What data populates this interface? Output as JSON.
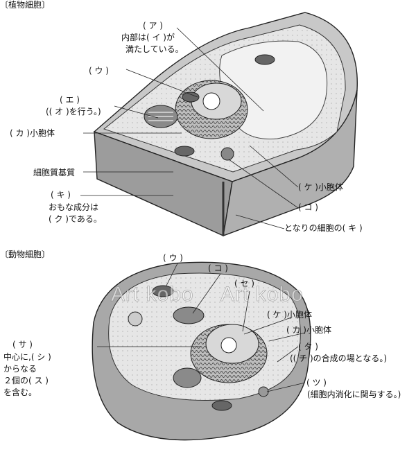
{
  "headers": {
    "plant": "〔植物細胞〕",
    "animal": "〔動物細胞〕"
  },
  "plant_labels": {
    "a_line1": "( ア )",
    "a_line2": "内部は( イ )が",
    "a_line3": "満たしている。",
    "u": "( ウ )",
    "e_line1": "( エ )",
    "e_line2": "(( オ )を行う。)",
    "ka": "( カ )小胞体",
    "cytoplasm": "細胞質基質",
    "ki_line1": "( キ )",
    "ki_line2": "おもな成分は",
    "ki_line3": "( ク )である。",
    "ke": "( ケ )小胞体",
    "ko": "( コ )",
    "neighbor": "となりの細胞の( キ )"
  },
  "animal_labels": {
    "u": "( ウ )",
    "ko": "( コ )",
    "se": "( セ )",
    "ke": "( ケ )小胞体",
    "ka": "( カ )小胞体",
    "sa": "( サ )",
    "sa_line2": "中心に,( シ )",
    "sa_line3": "からなる",
    "sa_line4": "２個の( ス )",
    "sa_line5": "を含む。",
    "ta": "( タ )",
    "ta_line2": "(( チ )の合成の場となる。)",
    "tsu": "( ツ )",
    "tsu_line2": "(細胞内消化に関与する。)"
  },
  "watermark": [
    "Art kobo",
    "Art kobo"
  ]
}
